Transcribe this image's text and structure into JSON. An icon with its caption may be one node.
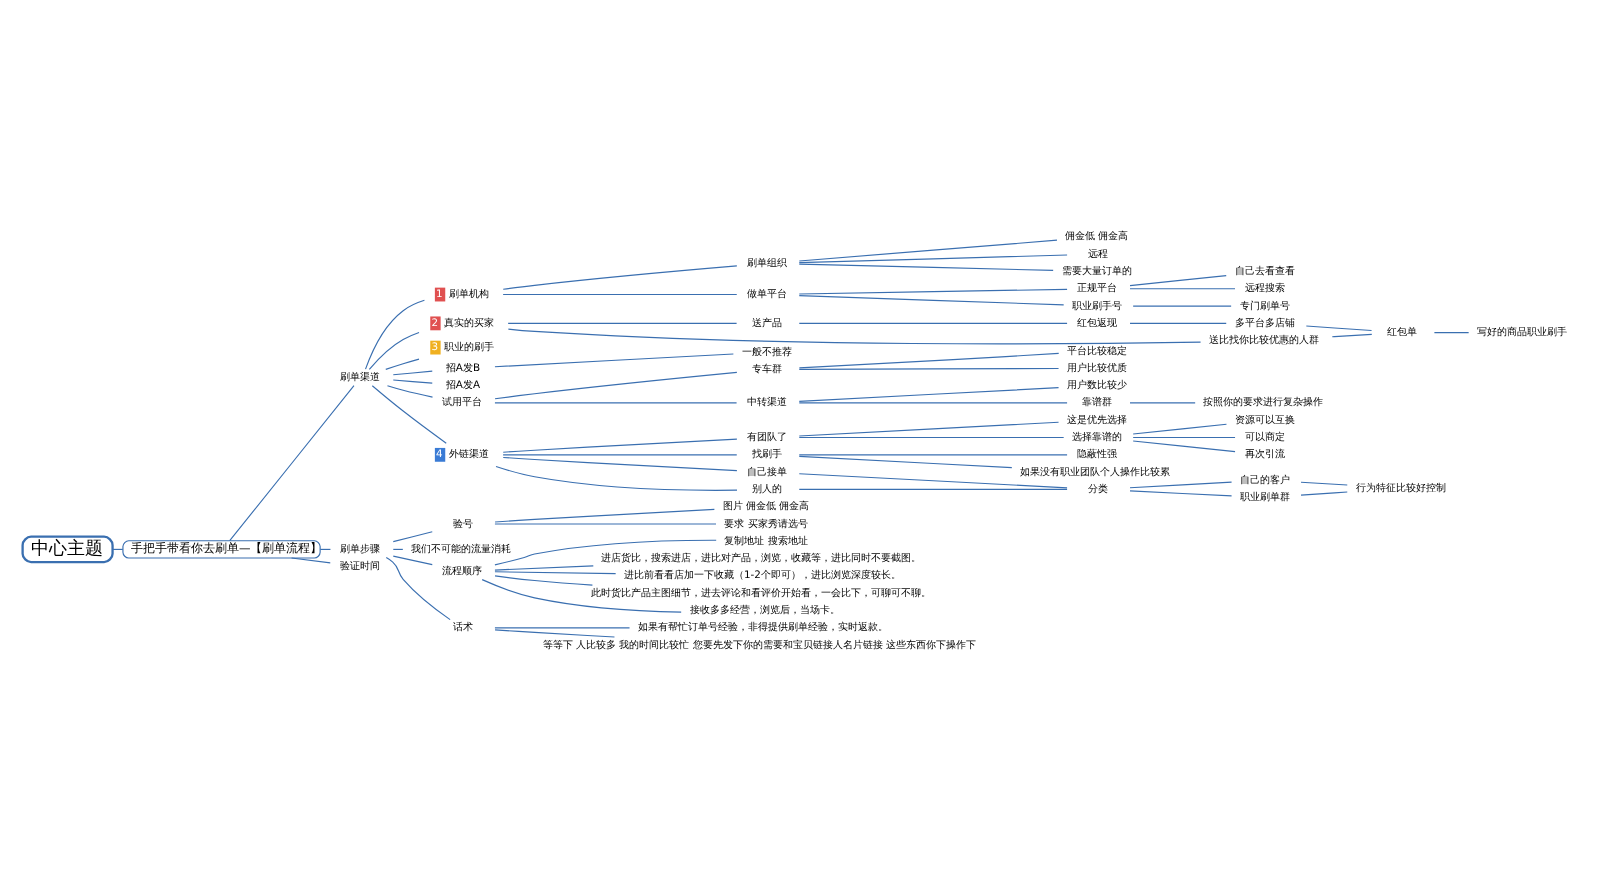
{
  "diagram": {
    "nodes": [
      {
        "text": [
          "中心主题"
        ]
      },
      {
        "text": [
          "手把手带看你去刷单—【刷单流程】"
        ]
      },
      {
        "text": [
          "刷单渠道"
        ]
      },
      {
        "text": [
          "1",
          "刷单机构"
        ]
      },
      {
        "text": [
          "刷单组织"
        ]
      },
      {
        "text": [
          "佣金低 佣金高"
        ]
      },
      {
        "text": [
          "远程"
        ]
      },
      {
        "text": [
          "需要大量订单的"
        ]
      },
      {
        "text": [
          "做单平台"
        ]
      },
      {
        "text": [
          "正规平台"
        ]
      },
      {
        "text": [
          "自己去看查看"
        ]
      },
      {
        "text": [
          "远程搜索"
        ]
      },
      {
        "text": [
          "职业刷手号"
        ]
      },
      {
        "text": [
          "专门刷单号"
        ]
      },
      {
        "text": [
          "2",
          "真实的买家"
        ]
      },
      {
        "text": [
          "送产品"
        ]
      },
      {
        "text": [
          "红包返现"
        ]
      },
      {
        "text": [
          "多平台多店铺"
        ]
      },
      {
        "text": [
          "送比找你比较优惠的人群"
        ]
      },
      {
        "text": [
          "红包单"
        ]
      },
      {
        "text": [
          "写好的商品职业刷手"
        ]
      },
      {
        "text": [
          "3",
          "职业的刷手"
        ]
      },
      {
        "text": [
          "招A发B"
        ]
      },
      {
        "text": [
          "一般不推荐"
        ]
      },
      {
        "text": [
          "招A发A"
        ]
      },
      {
        "text": [
          "试用平台"
        ]
      },
      {
        "text": [
          "专车群"
        ]
      },
      {
        "text": [
          "平台比较稳定"
        ]
      },
      {
        "text": [
          "用户比较优质"
        ]
      },
      {
        "text": [
          "中转渠道"
        ]
      },
      {
        "text": [
          "用户数比较少"
        ]
      },
      {
        "text": [
          "靠谱群"
        ]
      },
      {
        "text": [
          "按照你的要求进行复杂操作"
        ]
      },
      {
        "text": [
          "4",
          "外链渠道"
        ]
      },
      {
        "text": [
          "有团队了"
        ]
      },
      {
        "text": [
          "这是优先选择"
        ]
      },
      {
        "text": [
          "选择靠谱的"
        ]
      },
      {
        "text": [
          "资源可以互换"
        ]
      },
      {
        "text": [
          "可以商定"
        ]
      },
      {
        "text": [
          "再次引流"
        ]
      },
      {
        "text": [
          "找刷手"
        ]
      },
      {
        "text": [
          "隐蔽性强"
        ]
      },
      {
        "text": [
          "如果没有职业团队个人操作比较累"
        ]
      },
      {
        "text": [
          "自己接单"
        ]
      },
      {
        "text": [
          "别人的"
        ]
      },
      {
        "text": [
          "分类"
        ]
      },
      {
        "text": [
          "自己的客户"
        ]
      },
      {
        "text": [
          "职业刷单群"
        ]
      },
      {
        "text": [
          "行为特征比较好控制"
        ]
      },
      {
        "text": [
          "刷单步骤"
        ]
      },
      {
        "text": [
          "验号"
        ]
      },
      {
        "text": [
          "图片 佣金低 佣金高"
        ]
      },
      {
        "text": [
          "要求 买家秀请选号"
        ]
      },
      {
        "text": [
          "我们不可能的流量消耗"
        ]
      },
      {
        "text": [
          "流程顺序"
        ]
      },
      {
        "text": [
          "复制地址 搜索地址"
        ]
      },
      {
        "text": [
          "进店货比，搜索进店，进比对产品，浏览，收藏等，进比同时不要截图。"
        ]
      },
      {
        "text": [
          "进比前看看店加一下收藏（1-2个即可），进比浏览深度较长。"
        ]
      },
      {
        "text": [
          "此时货比产品主图细节，进去评论和看评价开始看，一会比下，可聊可不聊。"
        ]
      },
      {
        "text": [
          "接收多多经营，浏览后，当场卡。"
        ]
      },
      {
        "text": [
          "话术"
        ]
      },
      {
        "text": [
          "如果有帮忙订单号经验，非得提供刷单经验，实时返款。"
        ]
      },
      {
        "text": [
          "等等下 人比较多 我的时间比较忙 您要先发下你的需要和宝贝链接人名片链接 这些东西你下操作下"
        ]
      },
      {
        "text": [
          "验证时间"
        ]
      }
    ],
    "edges": [
      {
        "from": 0,
        "to": 1,
        "arrow": "none"
      },
      {
        "from": 1,
        "to": 2,
        "arrow": "none"
      },
      {
        "from": 2,
        "to": 3,
        "arrow": "none"
      },
      {
        "from": 3,
        "to": 4,
        "arrow": "none"
      },
      {
        "from": 4,
        "to": 5,
        "arrow": "none"
      },
      {
        "from": 4,
        "to": 6,
        "arrow": "none"
      },
      {
        "from": 4,
        "to": 7,
        "arrow": "none"
      },
      {
        "from": 3,
        "to": 8,
        "arrow": "none"
      },
      {
        "from": 8,
        "to": 9,
        "arrow": "none"
      },
      {
        "from": 9,
        "to": 10,
        "arrow": "none"
      },
      {
        "from": 9,
        "to": 11,
        "arrow": "none"
      },
      {
        "from": 8,
        "to": 12,
        "arrow": "none"
      },
      {
        "from": 12,
        "to": 13,
        "arrow": "none"
      },
      {
        "from": 2,
        "to": 14,
        "arrow": "none"
      },
      {
        "from": 14,
        "to": 15,
        "arrow": "none"
      },
      {
        "from": 15,
        "to": 16,
        "arrow": "none"
      },
      {
        "from": 16,
        "to": 17,
        "arrow": "none"
      },
      {
        "from": 14,
        "to": 18,
        "arrow": "none"
      },
      {
        "from": 17,
        "to": 19,
        "arrow": "none"
      },
      {
        "from": 18,
        "to": 19,
        "arrow": "none"
      },
      {
        "from": 19,
        "to": 20,
        "arrow": "none"
      },
      {
        "from": 2,
        "to": 21,
        "arrow": "none"
      },
      {
        "from": 2,
        "to": 22,
        "arrow": "none"
      },
      {
        "from": 22,
        "to": 23,
        "arrow": "none"
      },
      {
        "from": 2,
        "to": 24,
        "arrow": "none"
      },
      {
        "from": 2,
        "to": 25,
        "arrow": "none"
      },
      {
        "from": 25,
        "to": 26,
        "arrow": "none"
      },
      {
        "from": 26,
        "to": 27,
        "arrow": "none"
      },
      {
        "from": 26,
        "to": 28,
        "arrow": "none"
      },
      {
        "from": 25,
        "to": 29,
        "arrow": "none"
      },
      {
        "from": 29,
        "to": 30,
        "arrow": "none"
      },
      {
        "from": 29,
        "to": 31,
        "arrow": "none"
      },
      {
        "from": 31,
        "to": 32,
        "arrow": "none"
      },
      {
        "from": 2,
        "to": 33,
        "arrow": "none"
      },
      {
        "from": 33,
        "to": 34,
        "arrow": "none"
      },
      {
        "from": 34,
        "to": 35,
        "arrow": "none"
      },
      {
        "from": 34,
        "to": 36,
        "arrow": "none"
      },
      {
        "from": 36,
        "to": 37,
        "arrow": "none"
      },
      {
        "from": 36,
        "to": 38,
        "arrow": "none"
      },
      {
        "from": 36,
        "to": 39,
        "arrow": "none"
      },
      {
        "from": 33,
        "to": 40,
        "arrow": "none"
      },
      {
        "from": 40,
        "to": 41,
        "arrow": "none"
      },
      {
        "from": 40,
        "to": 42,
        "arrow": "none"
      },
      {
        "from": 33,
        "to": 43,
        "arrow": "none"
      },
      {
        "from": 33,
        "to": 44,
        "arrow": "none"
      },
      {
        "from": 43,
        "to": 45,
        "arrow": "none"
      },
      {
        "from": 44,
        "to": 45,
        "arrow": "none"
      },
      {
        "from": 45,
        "to": 46,
        "arrow": "none"
      },
      {
        "from": 45,
        "to": 47,
        "arrow": "none"
      },
      {
        "from": 46,
        "to": 48,
        "arrow": "none"
      },
      {
        "from": 47,
        "to": 48,
        "arrow": "none"
      },
      {
        "from": 1,
        "to": 49,
        "arrow": "none"
      },
      {
        "from": 49,
        "to": 50,
        "arrow": "none"
      },
      {
        "from": 50,
        "to": 51,
        "arrow": "none"
      },
      {
        "from": 50,
        "to": 52,
        "arrow": "none"
      },
      {
        "from": 49,
        "to": 53,
        "arrow": "none"
      },
      {
        "from": 49,
        "to": 54,
        "arrow": "none"
      },
      {
        "from": 54,
        "to": 55,
        "arrow": "none"
      },
      {
        "from": 54,
        "to": 56,
        "arrow": "none"
      },
      {
        "from": 54,
        "to": 57,
        "arrow": "none"
      },
      {
        "from": 54,
        "to": 58,
        "arrow": "none"
      },
      {
        "from": 54,
        "to": 59,
        "arrow": "none"
      },
      {
        "from": 49,
        "to": 60,
        "arrow": "none"
      },
      {
        "from": 60,
        "to": 61,
        "arrow": "none"
      },
      {
        "from": 60,
        "to": 62,
        "arrow": "none"
      },
      {
        "from": 1,
        "to": 63,
        "arrow": "none"
      }
    ]
  }
}
